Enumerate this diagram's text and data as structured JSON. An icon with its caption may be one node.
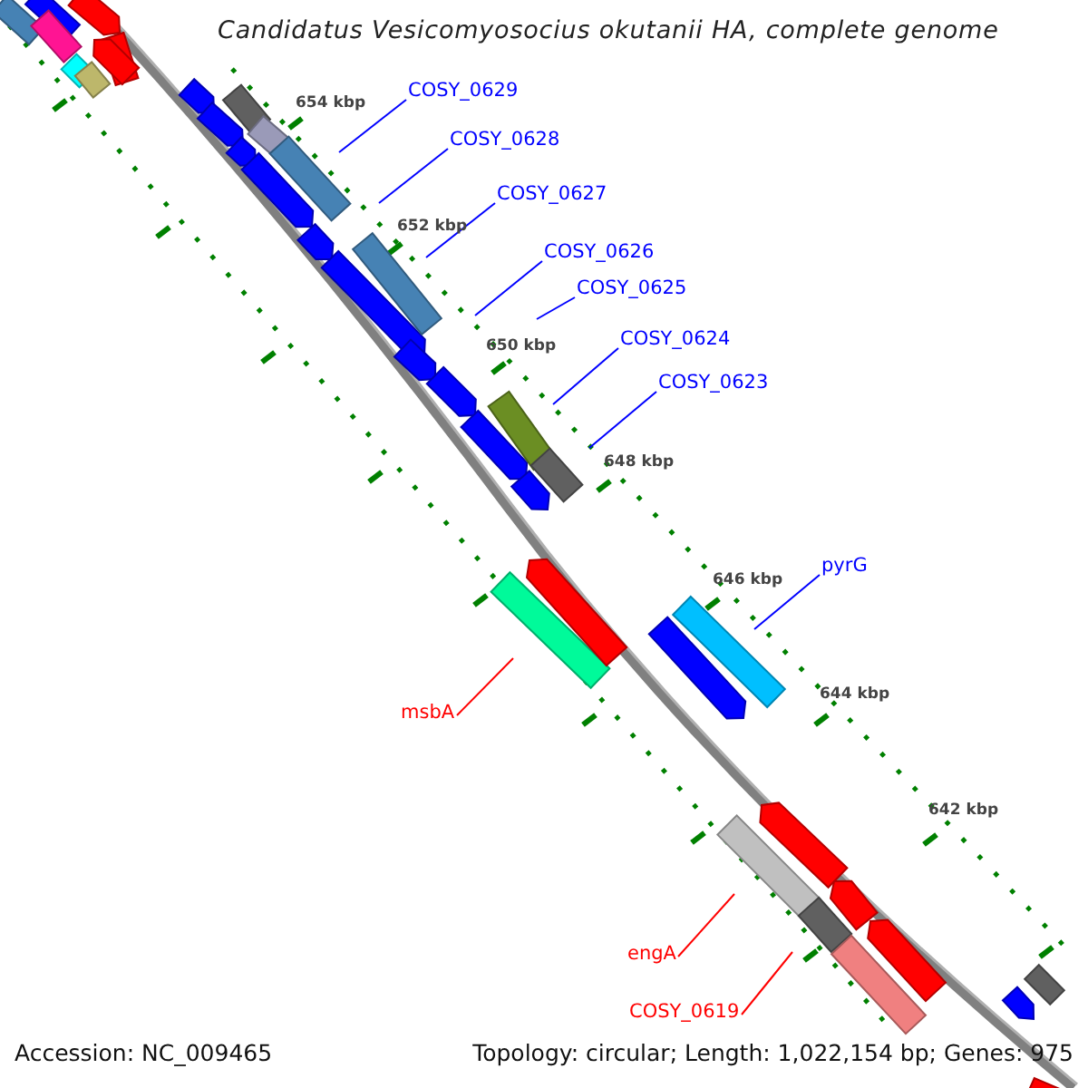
{
  "diagram": {
    "title": "Candidatus Vesicomyosocius okutanii HA, complete genome",
    "nodes": [
      {
        "text": [
          "COSY_0629"
        ]
      },
      {
        "text": [
          "COSY_0628"
        ]
      },
      {
        "text": [
          "COSY_0627"
        ]
      },
      {
        "text": [
          "COSY_0626"
        ]
      },
      {
        "text": [
          "COSY_0625"
        ]
      },
      {
        "text": [
          "COSY_0624"
        ]
      },
      {
        "text": [
          "COSY_0623"
        ]
      },
      {
        "text": [
          "pyrG"
        ]
      },
      {
        "text": [
          "msbA"
        ]
      },
      {
        "text": [
          "engA"
        ]
      },
      {
        "text": [
          "COSY_0619"
        ]
      }
    ],
    "edges": [
      {
        "from": 0,
        "to": null,
        "arrow": "none"
      },
      {
        "from": 1,
        "to": null,
        "arrow": "none"
      },
      {
        "from": 2,
        "to": null,
        "arrow": "none"
      },
      {
        "from": 3,
        "to": null,
        "arrow": "none"
      },
      {
        "from": 4,
        "to": null,
        "arrow": "none"
      },
      {
        "from": 5,
        "to": null,
        "arrow": "none"
      },
      {
        "from": 6,
        "to": null,
        "arrow": "none"
      },
      {
        "from": 7,
        "to": null,
        "arrow": "none"
      },
      {
        "from": 8,
        "to": null,
        "arrow": "none",
        "color": "#ff0000"
      },
      {
        "from": 9,
        "to": null,
        "arrow": "none",
        "color": "#ff0000"
      },
      {
        "from": 10,
        "to": null,
        "arrow": "none",
        "color": "#ff0000"
      }
    ],
    "labels": [
      "654 kbp",
      "652 kbp",
      "650 kbp",
      "648 kbp",
      "646 kbp",
      "644 kbp",
      "642 kbp",
      "Accession: NC_009465",
      "Topology: circular; Length: 1,022,154 bp; Genes: 975"
    ]
  }
}
